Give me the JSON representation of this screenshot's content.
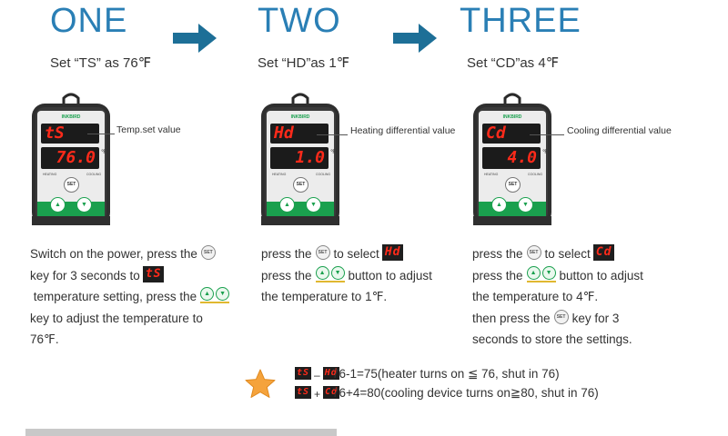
{
  "steps": [
    {
      "title": "ONE",
      "subtitle": "Set “TS” as 76℉",
      "callout": "Temp.set value",
      "device": {
        "brand": "INKBIRD",
        "top_display": "tS",
        "bottom_display": "76.0",
        "unit": "℉",
        "left_label": "HEATING",
        "right_label": "COOLING",
        "set_label": "SET"
      },
      "desc": {
        "l1a": "Switch on the power, press the",
        "l2a": "key for 3 seconds to",
        "l2_led": "tS",
        "l3a": "temperature setting, press the",
        "l4a": "key to adjust the temperature to",
        "l5a": "76℉."
      }
    },
    {
      "title": "TWO",
      "subtitle": "Set “HD”as 1℉",
      "callout": "Heating differential value",
      "device": {
        "brand": "INKBIRD",
        "top_display": "Hd",
        "bottom_display": "1.0",
        "unit": "℉",
        "left_label": "HEATING",
        "right_label": "COOLING",
        "set_label": "SET"
      },
      "desc": {
        "l1a": "press the",
        "l1b": "to select",
        "l1_led": "Hd",
        "l2a": "press the",
        "l2b": "button to adjust",
        "l3a": "the temperature to 1℉."
      }
    },
    {
      "title": "THREE",
      "subtitle": "Set “CD”as 4℉",
      "callout": "Cooling differential value",
      "device": {
        "brand": "INKBIRD",
        "top_display": "Cd",
        "bottom_display": "4.0",
        "unit": "℉",
        "left_label": "HEATING",
        "right_label": "COOLING",
        "set_label": "SET"
      },
      "desc": {
        "l1a": "press the",
        "l1b": "to select",
        "l1_led": "Cd",
        "l2a": "press the",
        "l2b": "button to adjust",
        "l3a": "the temperature to 4℉.",
        "l4a": "then press the",
        "l4b": "key for 3",
        "l5a": "seconds to store the settings."
      }
    }
  ],
  "icons": {
    "set_key": "SET",
    "up": "▲",
    "down": "▼",
    "star": "star-icon",
    "arrow": "arrow-right-icon"
  },
  "formulas": [
    {
      "led1": "tS",
      "op": "–",
      "led2": "Hd",
      "text": "76-1=75(heater turns on ≦ 76, shut in 76)"
    },
    {
      "led1": "tS",
      "op": "+",
      "led2": "Cd",
      "text": "76+4=80(cooling device turns on≧80, shut in 76)"
    }
  ],
  "colors": {
    "title_blue": "#2a7fb5",
    "arrow_blue": "#1d6f97",
    "led_red": "#ff2a1a",
    "device_green": "#1aa04e",
    "star_orange": "#f5a33c"
  }
}
